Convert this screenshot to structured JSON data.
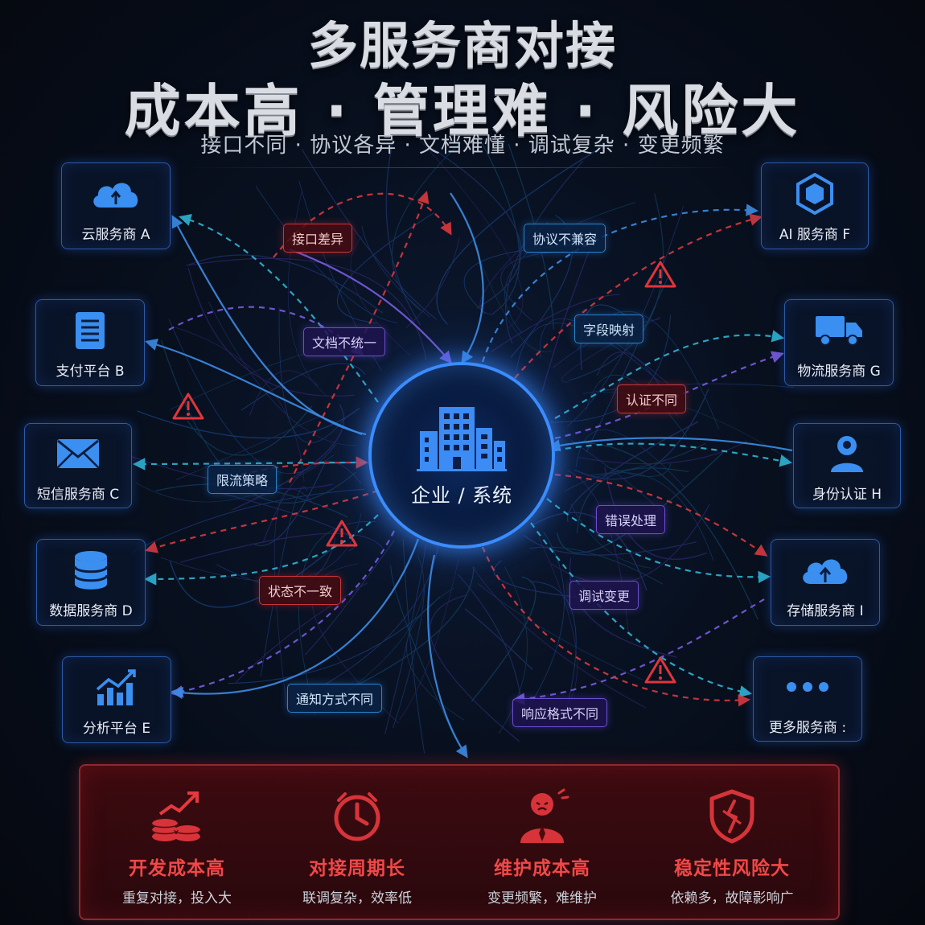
{
  "header": {
    "title_line1": "多服务商对接",
    "title_line2": "成本高 · 管理难 · 风险大",
    "subtitle": "接口不同 · 协议各异 · 文档难懂 · 调试复杂 · 变更频繁"
  },
  "hub": {
    "label": "企业 / 系统",
    "icon": "building-icon"
  },
  "providers": [
    {
      "id": "a",
      "label": "云服务商 A",
      "icon": "cloud-icon"
    },
    {
      "id": "b",
      "label": "支付平台 B",
      "icon": "document-icon"
    },
    {
      "id": "c",
      "label": "短信服务商 C",
      "icon": "mail-icon"
    },
    {
      "id": "d",
      "label": "数据服务商 D",
      "icon": "database-icon"
    },
    {
      "id": "e",
      "label": "分析平台 E",
      "icon": "chart-icon"
    },
    {
      "id": "f",
      "label": "AI 服务商 F",
      "icon": "hexagon-icon"
    },
    {
      "id": "g",
      "label": "物流服务商 G",
      "icon": "truck-icon"
    },
    {
      "id": "h",
      "label": "身份认证 H",
      "icon": "user-icon"
    },
    {
      "id": "i",
      "label": "存储服务商 I",
      "icon": "cloud-upload-icon"
    },
    {
      "id": "more",
      "label": "更多服务商 :",
      "icon": "more-icon"
    }
  ],
  "tags": [
    {
      "label": "接口差异",
      "color": "red"
    },
    {
      "label": "协议不兼容",
      "color": "blue"
    },
    {
      "label": "文档不统一",
      "color": "purple"
    },
    {
      "label": "字段映射",
      "color": "blue"
    },
    {
      "label": "认证不同",
      "color": "red"
    },
    {
      "label": "限流策略",
      "color": "blue"
    },
    {
      "label": "错误处理",
      "color": "purple"
    },
    {
      "label": "状态不一致",
      "color": "red"
    },
    {
      "label": "调试变更",
      "color": "purple"
    },
    {
      "label": "通知方式不同",
      "color": "blue"
    },
    {
      "label": "响应格式不同",
      "color": "purple"
    }
  ],
  "costs": [
    {
      "title": "开发成本高",
      "desc": "重复对接，投入大",
      "icon": "coins-rising-icon"
    },
    {
      "title": "对接周期长",
      "desc": "联调复杂，效率低",
      "icon": "clock-icon"
    },
    {
      "title": "维护成本高",
      "desc": "变更频繁，难维护",
      "icon": "worried-person-icon"
    },
    {
      "title": "稳定性风险大",
      "desc": "依赖多，故障影响广",
      "icon": "broken-shield-icon"
    }
  ],
  "colors": {
    "accent": "#3a8cff",
    "danger": "#e0353b",
    "purple": "#6a4fd0",
    "cyan": "#29b6d6"
  }
}
